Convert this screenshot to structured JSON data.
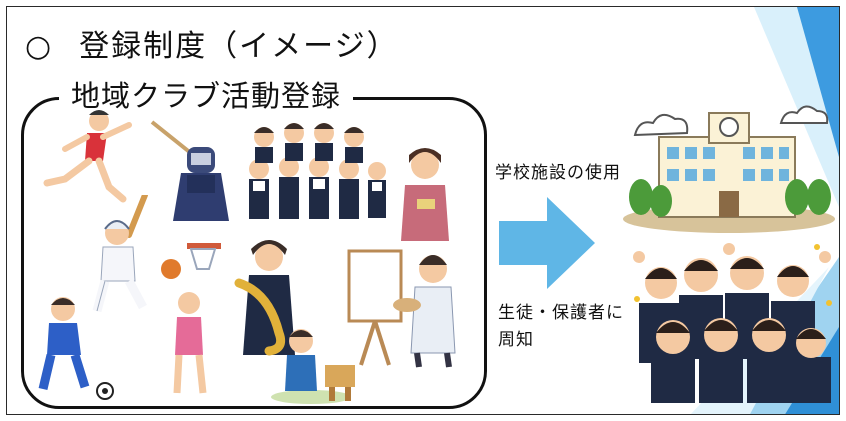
{
  "title": {
    "marker": "○",
    "text": "登録制度（イメージ）"
  },
  "group": {
    "label": "地域クラブ活動登録"
  },
  "labels": {
    "school_use": "学校施設の使用",
    "notify_line1": "生徒・保護者に",
    "notify_line2": "周知"
  },
  "colors": {
    "arrow": "#5fb6e6",
    "deco_blue": "#3d9be0",
    "deco_light": "#bfe4f6",
    "building": "#fbf2d6",
    "tree": "#4c9b3a"
  },
  "icons": [
    "runner",
    "kendo",
    "choir",
    "teacher",
    "baseball",
    "basketball",
    "saxophone",
    "painter",
    "soccer",
    "shogi",
    "school-building",
    "cheering-students"
  ]
}
